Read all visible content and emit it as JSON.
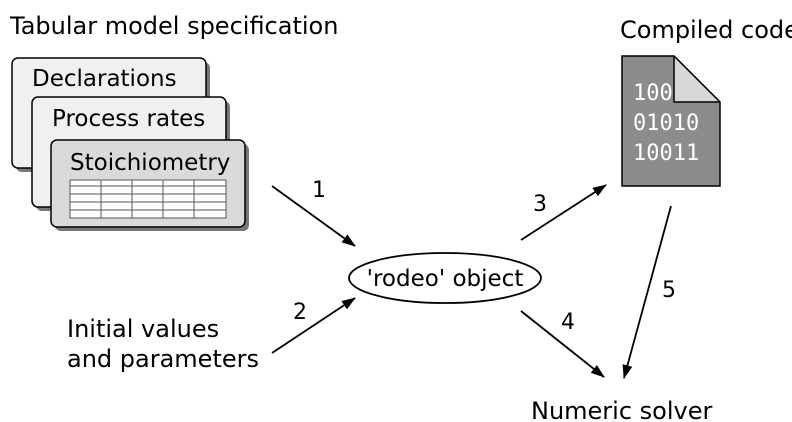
{
  "diagram": {
    "spec_title": "Tabular model specification",
    "sheets": [
      "Declarations",
      "Process rates",
      "Stoichiometry"
    ],
    "compiled_title": "Compiled code",
    "code_lines": [
      "100",
      "01010",
      "10011"
    ],
    "object_label": "'rodeo' object",
    "initial_label": [
      "Initial values",
      "and parameters"
    ],
    "solver_label": "Numeric solver",
    "arrow_numbers": [
      "1",
      "2",
      "3",
      "4",
      "5"
    ]
  }
}
